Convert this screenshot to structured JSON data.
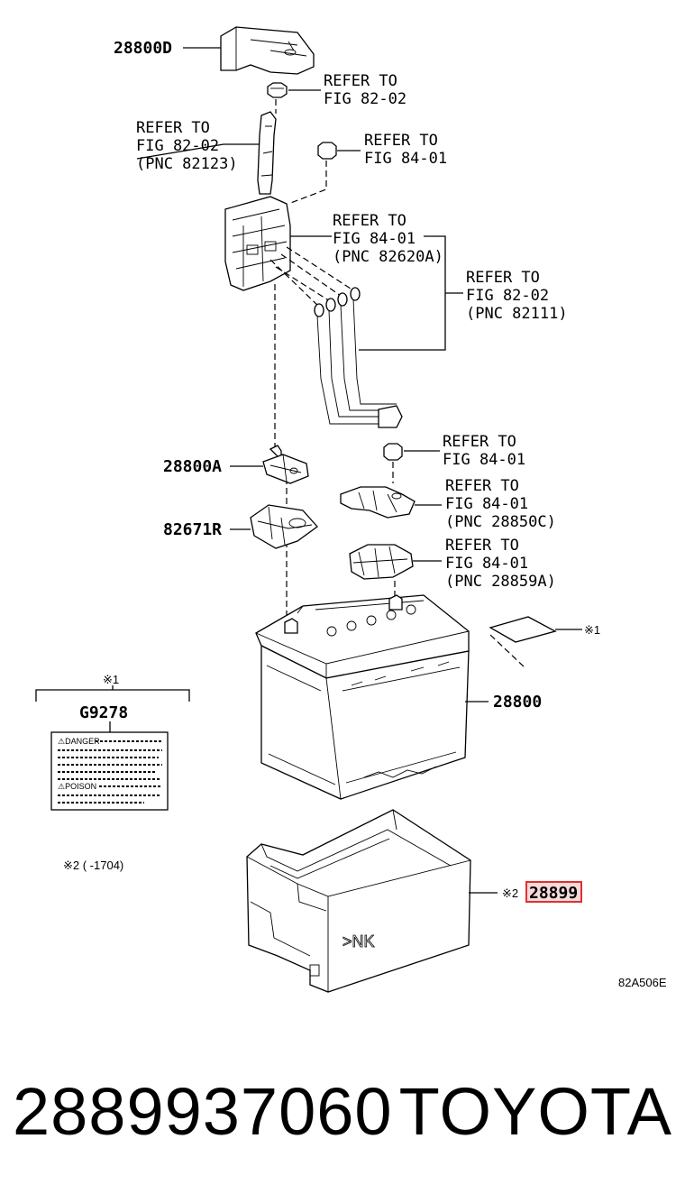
{
  "diagram": {
    "labels": {
      "p28800d": "28800D",
      "refer_82_02_a": [
        "REFER TO",
        "FIG 82-02"
      ],
      "refer_82_02_b": [
        "REFER TO",
        "FIG 82-02",
        "(PNC 82123)"
      ],
      "refer_84_01_a": [
        "REFER TO",
        "FIG 84-01"
      ],
      "refer_84_01_b": [
        "REFER TO",
        "FIG 84-01",
        "(PNC 82620A)"
      ],
      "refer_82_02_c": [
        "REFER TO",
        "FIG 82-02",
        "(PNC 82111)"
      ],
      "p28800a": "28800A",
      "p82671r": "82671R",
      "refer_84_01_c": [
        "REFER TO",
        "FIG 84-01"
      ],
      "refer_84_01_d": [
        "REFER TO",
        "FIG 84-01",
        "(PNC 28850C)"
      ],
      "refer_84_01_e": [
        "REFER TO",
        "FIG 84-01",
        "(PNC 28859A)"
      ],
      "note1_label": "※1",
      "note1_box_title": "※1",
      "g9278": "G9278",
      "p28800": "28800",
      "note2_text": "※2 (     -1704)",
      "note2_marker": "※2",
      "p28899": "28899",
      "warn_danger": "⚠DANGER",
      "warn_poison": "⚠POISON",
      "fig_code": "82A506E"
    },
    "highlight_color": "#e03030"
  },
  "footer": {
    "part_number": "2889937060",
    "brand": "TOYOTA"
  }
}
